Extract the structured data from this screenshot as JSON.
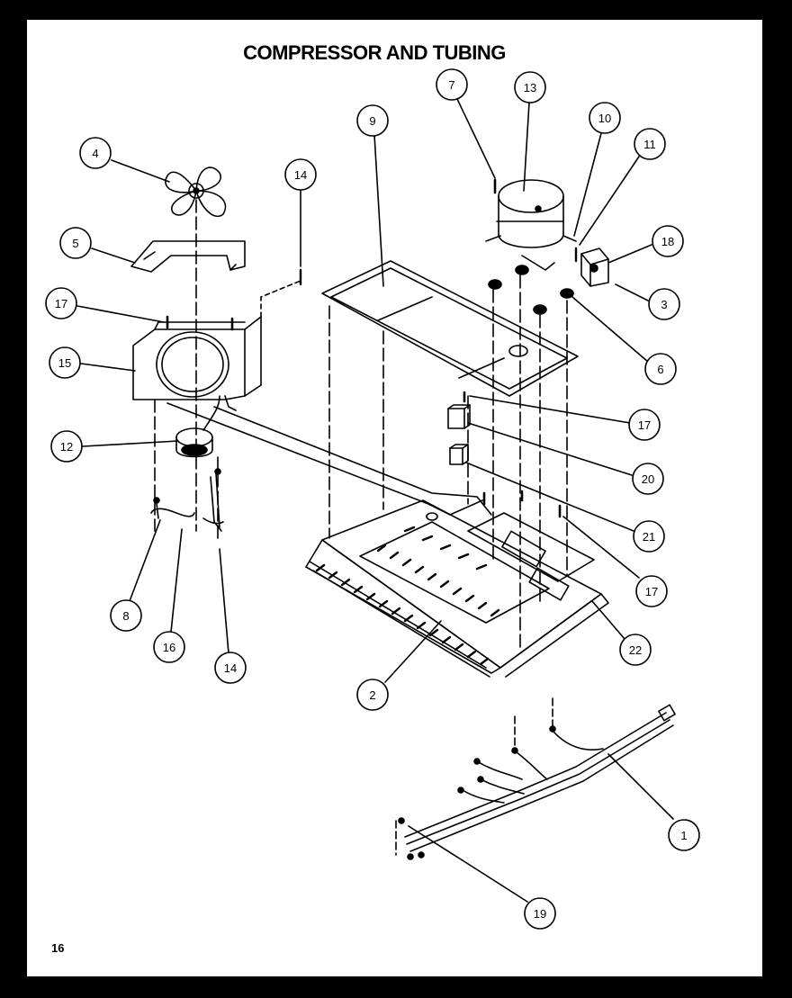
{
  "title": "COMPRESSOR AND TUBING",
  "page_number": "16",
  "callouts": [
    {
      "id": "c1",
      "label": "1"
    },
    {
      "id": "c2",
      "label": "2"
    },
    {
      "id": "c3",
      "label": "3"
    },
    {
      "id": "c4",
      "label": "4"
    },
    {
      "id": "c5",
      "label": "5"
    },
    {
      "id": "c6",
      "label": "6"
    },
    {
      "id": "c7",
      "label": "7"
    },
    {
      "id": "c8",
      "label": "8"
    },
    {
      "id": "c9",
      "label": "9"
    },
    {
      "id": "c10",
      "label": "10"
    },
    {
      "id": "c11",
      "label": "11"
    },
    {
      "id": "c12",
      "label": "12"
    },
    {
      "id": "c13",
      "label": "13"
    },
    {
      "id": "c14a",
      "label": "14"
    },
    {
      "id": "c14b",
      "label": "14"
    },
    {
      "id": "c15",
      "label": "15"
    },
    {
      "id": "c16",
      "label": "16"
    },
    {
      "id": "c17a",
      "label": "17"
    },
    {
      "id": "c17b",
      "label": "17"
    },
    {
      "id": "c17c",
      "label": "17"
    },
    {
      "id": "c18",
      "label": "18"
    },
    {
      "id": "c19",
      "label": "19"
    },
    {
      "id": "c20",
      "label": "20"
    },
    {
      "id": "c21",
      "label": "21"
    },
    {
      "id": "c22",
      "label": "22"
    }
  ]
}
